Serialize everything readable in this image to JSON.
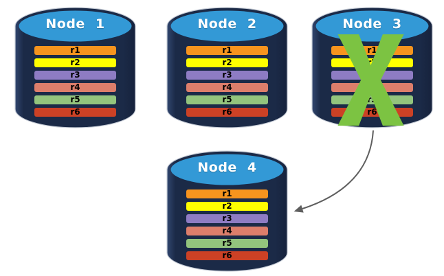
{
  "diagram": {
    "type": "database-replication",
    "background": "#FFFFFF",
    "colors": {
      "cylinder_body": "#1B2A47",
      "cylinder_body_edge": "#31466F",
      "cylinder_top": "#3399D6",
      "cylinder_outline": "#C6CCD6",
      "node_label_text": "#FFFFFF",
      "row_text": "#000000",
      "failure_x": "#7CC342",
      "arrow": "#5E5E5E"
    },
    "nodes": [
      {
        "label": "Node 1",
        "failed": false,
        "rows": [
          {
            "label": "r1",
            "color": "#F7941E"
          },
          {
            "label": "r2",
            "color": "#FFFF00"
          },
          {
            "label": "r3",
            "color": "#8E7CC3"
          },
          {
            "label": "r4",
            "color": "#DD7E6B"
          },
          {
            "label": "r5",
            "color": "#93C47D"
          },
          {
            "label": "r6",
            "color": "#CC4125"
          }
        ]
      },
      {
        "label": "Node 2",
        "failed": false,
        "rows": [
          {
            "label": "r1",
            "color": "#F7941E"
          },
          {
            "label": "r2",
            "color": "#FFFF00"
          },
          {
            "label": "r3",
            "color": "#8E7CC3"
          },
          {
            "label": "r4",
            "color": "#DD7E6B"
          },
          {
            "label": "r5",
            "color": "#93C47D"
          },
          {
            "label": "r6",
            "color": "#CC4125"
          }
        ]
      },
      {
        "label": "Node 3",
        "failed": true,
        "rows": [
          {
            "label": "r1",
            "color": "#F7941E"
          },
          {
            "label": "r2",
            "color": "#FFFF00"
          },
          {
            "label": "r3",
            "color": "#8E7CC3"
          },
          {
            "label": "r4",
            "color": "#DD7E6B"
          },
          {
            "label": "r5",
            "color": "#93C47D"
          },
          {
            "label": "r6",
            "color": "#CC4125"
          }
        ]
      },
      {
        "label": "Node 4",
        "failed": false,
        "rows": [
          {
            "label": "r1",
            "color": "#F7941E"
          },
          {
            "label": "r2",
            "color": "#FFFF00"
          },
          {
            "label": "r3",
            "color": "#8E7CC3"
          },
          {
            "label": "r4",
            "color": "#DD7E6B"
          },
          {
            "label": "r5",
            "color": "#93C47D"
          },
          {
            "label": "r6",
            "color": "#CC4125"
          }
        ]
      }
    ],
    "failure_marker": {
      "node": "Node 3",
      "symbol": "X"
    },
    "arrow": {
      "from": "Node 3",
      "to": "Node 4"
    }
  }
}
